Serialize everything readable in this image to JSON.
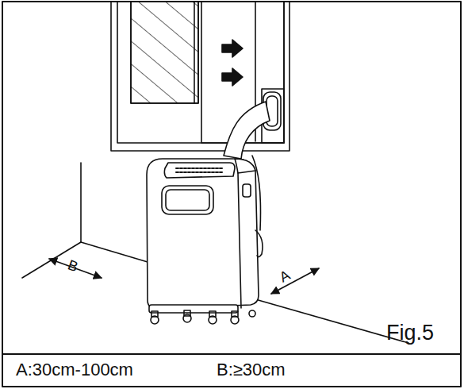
{
  "diagram": {
    "labels": [
      "B",
      "A",
      "Fig.5",
      "A:30cm-100cm",
      "B:≥30cm"
    ]
  }
}
